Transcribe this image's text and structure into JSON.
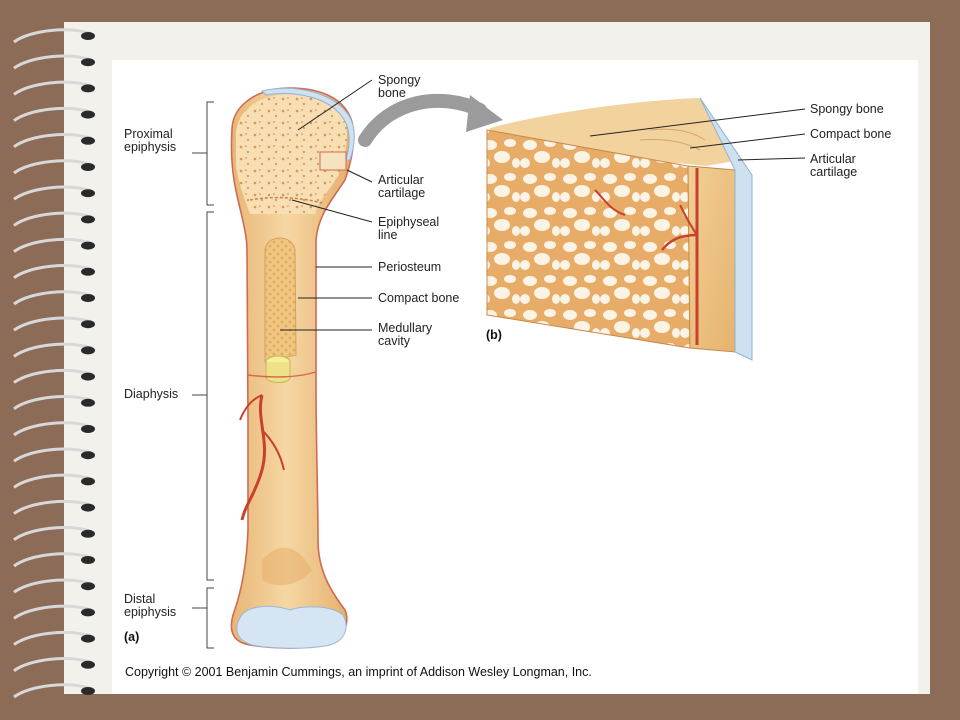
{
  "labels": {
    "spongy_bone_a": "Spongy\nbone",
    "articular_cartilage_a": "Articular\ncartilage",
    "epiphyseal_line": "Epiphyseal\nline",
    "periosteum": "Periosteum",
    "compact_bone_a": "Compact bone",
    "medullary_cavity": "Medullary\ncavity",
    "proximal_epiphysis": "Proximal\nepiphysis",
    "diaphysis": "Diaphysis",
    "distal_epiphysis": "Distal\nepiphysis",
    "spongy_bone_b": "Spongy bone",
    "compact_bone_b": "Compact bone",
    "articular_cartilage_b": "Articular\ncartilage"
  },
  "panels": {
    "a": "(a)",
    "b": "(b)"
  },
  "copyright": "Copyright © 2001 Benjamin Cummings, an imprint of Addison Wesley Longman, Inc.",
  "colors": {
    "background": "#8c6c57",
    "page": "#f3f1ec",
    "bone": "#f0c98c",
    "spongy": "#f5d9a6",
    "cartilage": "#cfe0ef",
    "vessel": "#c8412c",
    "arrow": "#9b9b9b"
  }
}
